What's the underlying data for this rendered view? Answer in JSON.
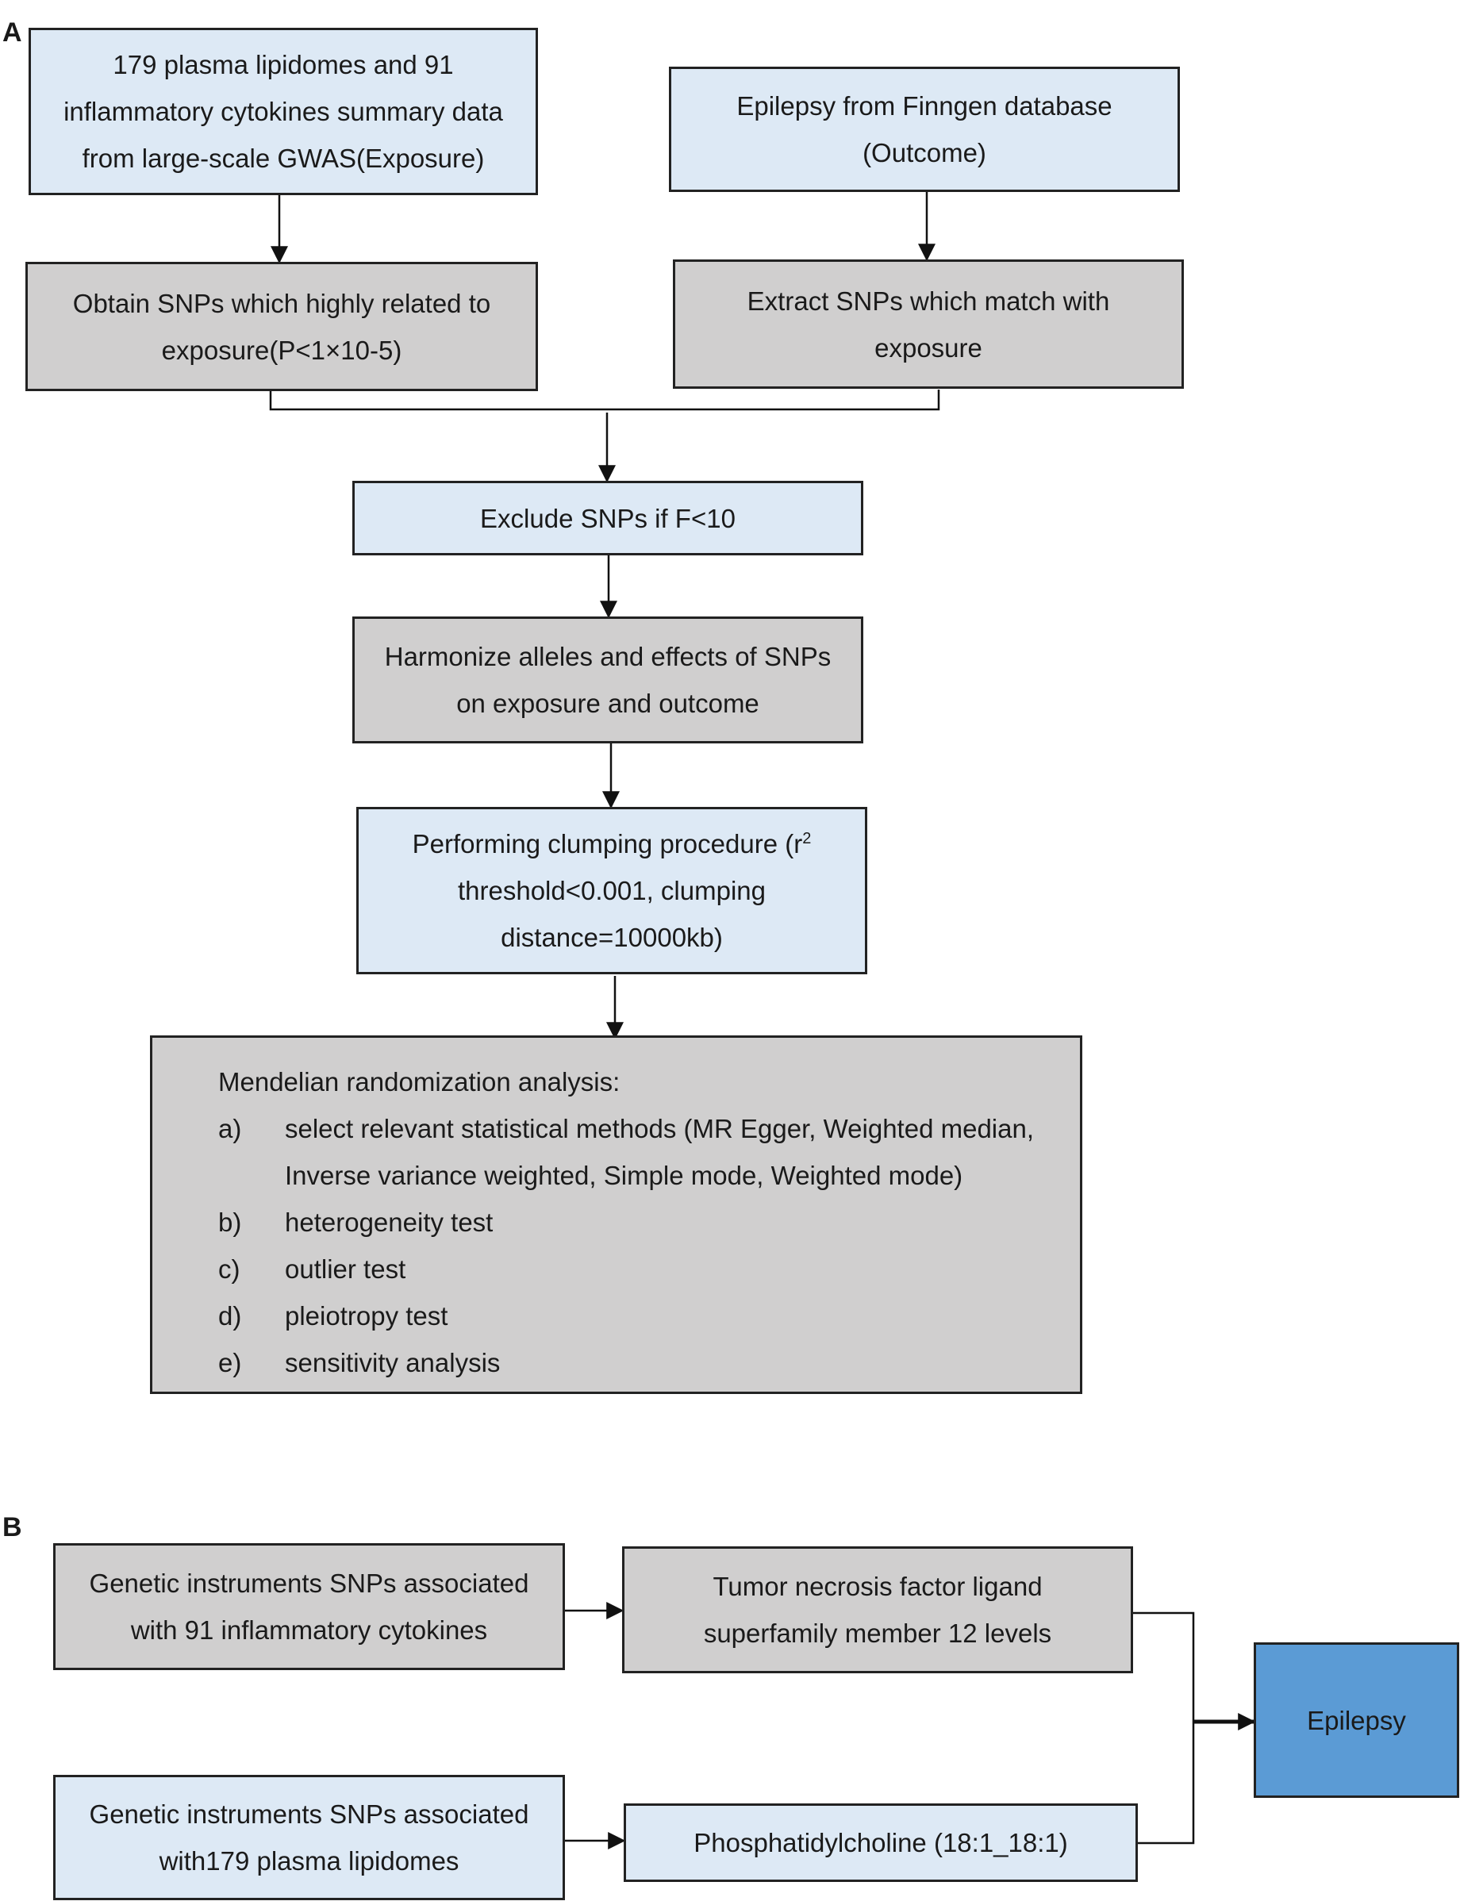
{
  "panel_a": {
    "label": "A",
    "exposure": {
      "lines": [
        "179 plasma lipidomes and 91",
        "inflammatory cytokines summary data",
        "from large-scale GWAS(Exposure)"
      ]
    },
    "outcome": {
      "lines": [
        "Epilepsy from Finngen database",
        "(Outcome)"
      ]
    },
    "obtain_snps": {
      "lines": [
        "Obtain SNPs which highly related to",
        "exposure(P<1×10-5)"
      ]
    },
    "extract_snps": {
      "lines": [
        "Extract SNPs which match with",
        "exposure"
      ]
    },
    "exclude": {
      "lines": [
        "Exclude SNPs if F<10"
      ]
    },
    "harmonize": {
      "lines": [
        "Harmonize alleles and effects of SNPs",
        "on exposure and outcome"
      ]
    },
    "clumping": {
      "line1_prefix": "Performing clumping procedure (r",
      "line1_sup": "2",
      "line2": "threshold<0.001, clumping",
      "line3": "distance=10000kb)"
    },
    "mr": {
      "title": "Mendelian randomization analysis:",
      "items": [
        {
          "letter": "a)",
          "text": "select relevant statistical methods (MR Egger, Weighted median,",
          "cont": "Inverse variance weighted, Simple mode, Weighted mode)"
        },
        {
          "letter": "b)",
          "text": "heterogeneity test"
        },
        {
          "letter": "c)",
          "text": "outlier test"
        },
        {
          "letter": "d)",
          "text": "pleiotropy test"
        },
        {
          "letter": "e)",
          "text": "sensitivity analysis"
        }
      ]
    }
  },
  "panel_b": {
    "label": "B",
    "cytokine_instruments": {
      "lines": [
        "Genetic instruments SNPs associated",
        "with 91 inflammatory cytokines"
      ]
    },
    "tnf": {
      "lines": [
        "Tumor necrosis factor ligand",
        "superfamily member 12 levels"
      ]
    },
    "lipid_instruments": {
      "lines": [
        "Genetic instruments SNPs associated",
        "with179 plasma lipidomes"
      ]
    },
    "pc": {
      "lines": [
        "Phosphatidylcholine (18:1_18:1)"
      ]
    },
    "epilepsy": {
      "lines": [
        "Epilepsy"
      ]
    }
  },
  "colors": {
    "light_box": "#dde9f5",
    "gray_box": "#d0cfcf",
    "epilepsy_box": "#5b9bd5",
    "border": "#222222"
  }
}
